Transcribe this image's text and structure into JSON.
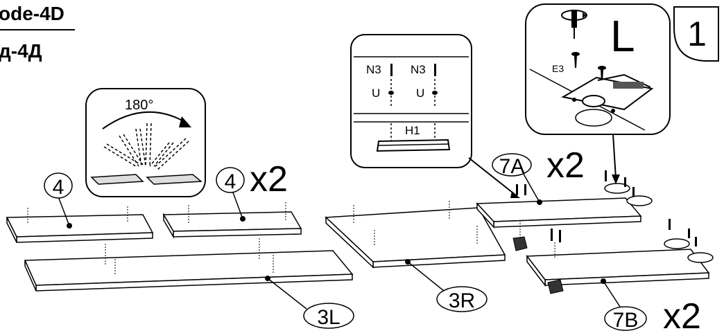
{
  "header": {
    "model": "ode-4D",
    "model_cyr": "д-4Д"
  },
  "step": {
    "number": "1"
  },
  "screw_callout": {
    "tool_letter": "L",
    "screw_label": "E3"
  },
  "rotation_callout": {
    "angle": "180°"
  },
  "detail_callout": {
    "screw_left": "N3",
    "screw_right": "N3",
    "dowel_left": "U",
    "dowel_right": "U",
    "rail_label": "H1"
  },
  "parts": {
    "left_panel": {
      "label": "4"
    },
    "right_panel": {
      "label": "4",
      "qty": "x2"
    },
    "bottom_left": {
      "label": "3L"
    },
    "bottom_right": {
      "label": "3R"
    },
    "door_a": {
      "label": "7A",
      "qty": "x2"
    },
    "door_b": {
      "label": "7B",
      "qty": "x2"
    }
  }
}
